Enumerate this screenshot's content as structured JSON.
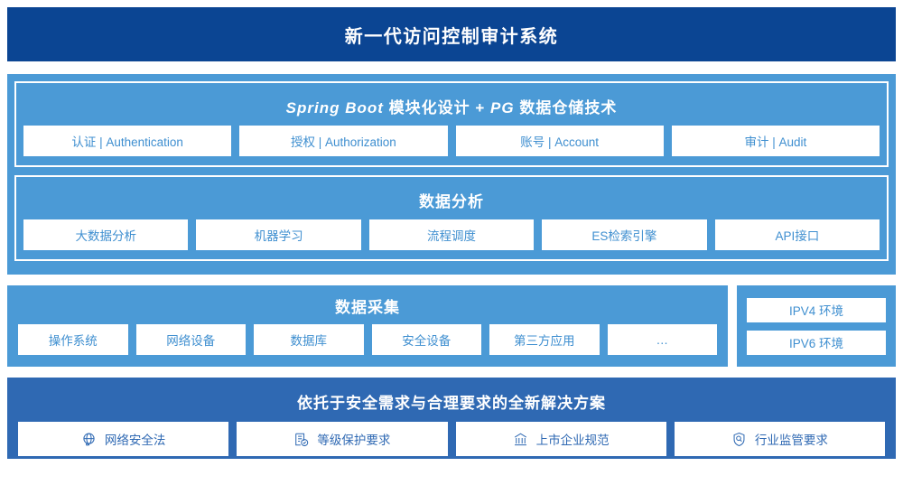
{
  "header": {
    "title": "新一代访问控制审计系统"
  },
  "layer_platform": {
    "title_parts": {
      "a": "Spring Boot",
      "b": " 模块化设计 + ",
      "c": "PG",
      "d": " 数据仓储技术"
    },
    "title_plain": "Spring Boot 模块化设计 + PG 数据仓储技术",
    "cards": [
      {
        "label": "认证 | Authentication"
      },
      {
        "label": "授权 | Authorization"
      },
      {
        "label": "账号 | Account"
      },
      {
        "label": "审计 | Audit"
      }
    ]
  },
  "layer_analysis": {
    "title": "数据分析",
    "cards": [
      {
        "label": "大数据分析"
      },
      {
        "label": "机器学习"
      },
      {
        "label": "流程调度"
      },
      {
        "label": "ES检索引擎"
      },
      {
        "label": "API接口"
      }
    ]
  },
  "layer_collection": {
    "title": "数据采集",
    "cards": [
      {
        "label": "操作系统"
      },
      {
        "label": "网络设备"
      },
      {
        "label": "数据库"
      },
      {
        "label": "安全设备"
      },
      {
        "label": "第三方应用"
      },
      {
        "label": "…"
      }
    ]
  },
  "layer_environment": {
    "cards": [
      {
        "label": "IPV4 环境"
      },
      {
        "label": "IPV6 环境"
      }
    ]
  },
  "layer_compliance": {
    "title": "依托于安全需求与合理要求的全新解决方案",
    "cards": [
      {
        "label": "网络安全法",
        "icon": "globe-icon"
      },
      {
        "label": "等级保护要求",
        "icon": "document-check-icon"
      },
      {
        "label": "上市企业规范",
        "icon": "bank-icon"
      },
      {
        "label": "行业监管要求",
        "icon": "shield-search-icon"
      }
    ]
  },
  "colors": {
    "header_blue": "#0b4593",
    "panel_blue": "#4b9ad6",
    "bottom_blue": "#2f69b3",
    "card_text_blue": "#3f8fd0",
    "card_bg": "#ffffff"
  }
}
